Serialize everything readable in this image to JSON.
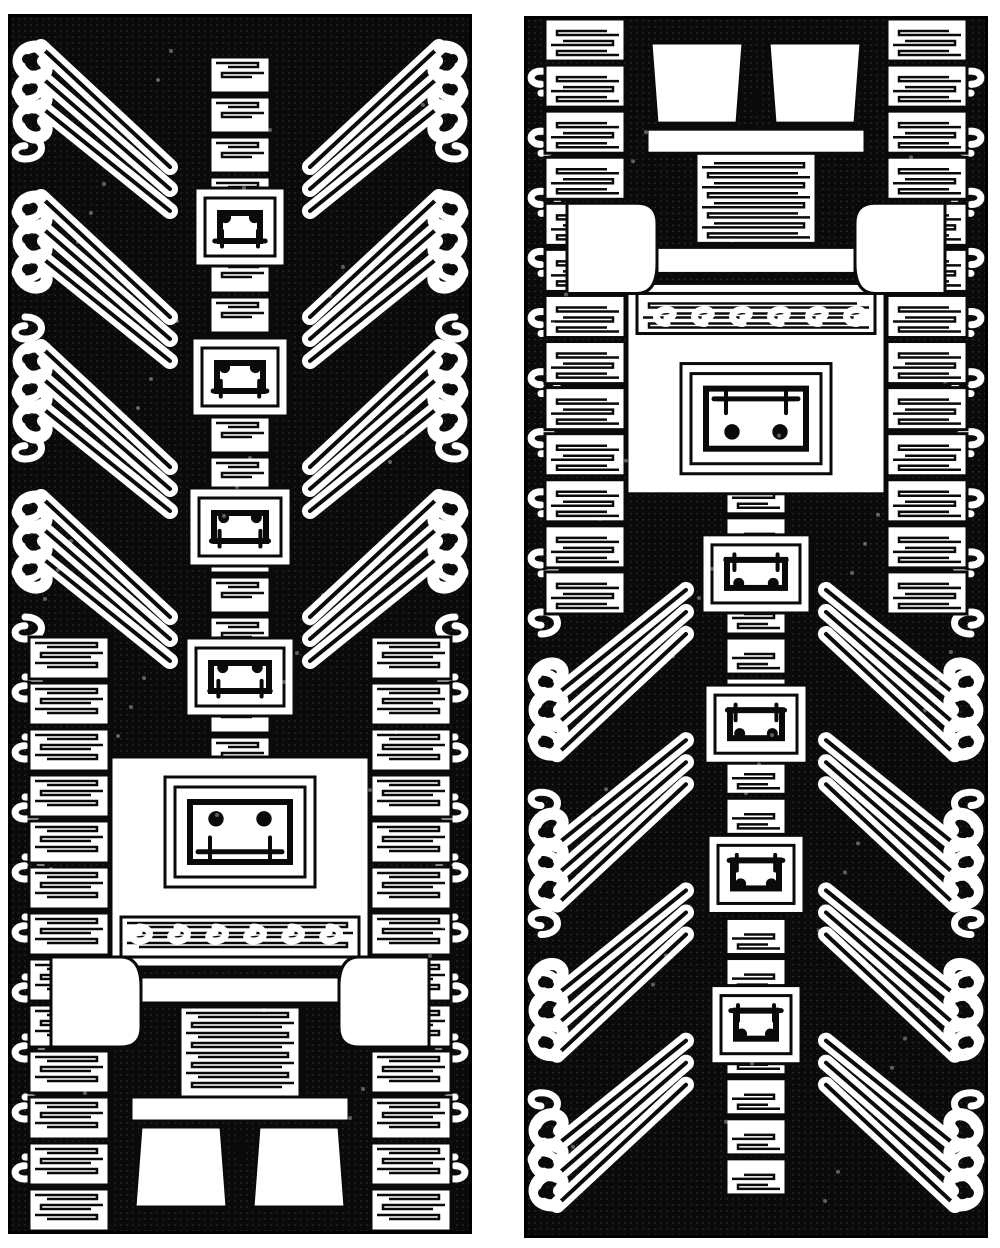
{
  "image": {
    "panels": [
      {
        "id": "left",
        "orientation": "upright"
      },
      {
        "id": "right",
        "orientation": "inverted"
      }
    ],
    "colors": {
      "ink": "#0a0a0a",
      "paper": "#ffffff"
    }
  }
}
